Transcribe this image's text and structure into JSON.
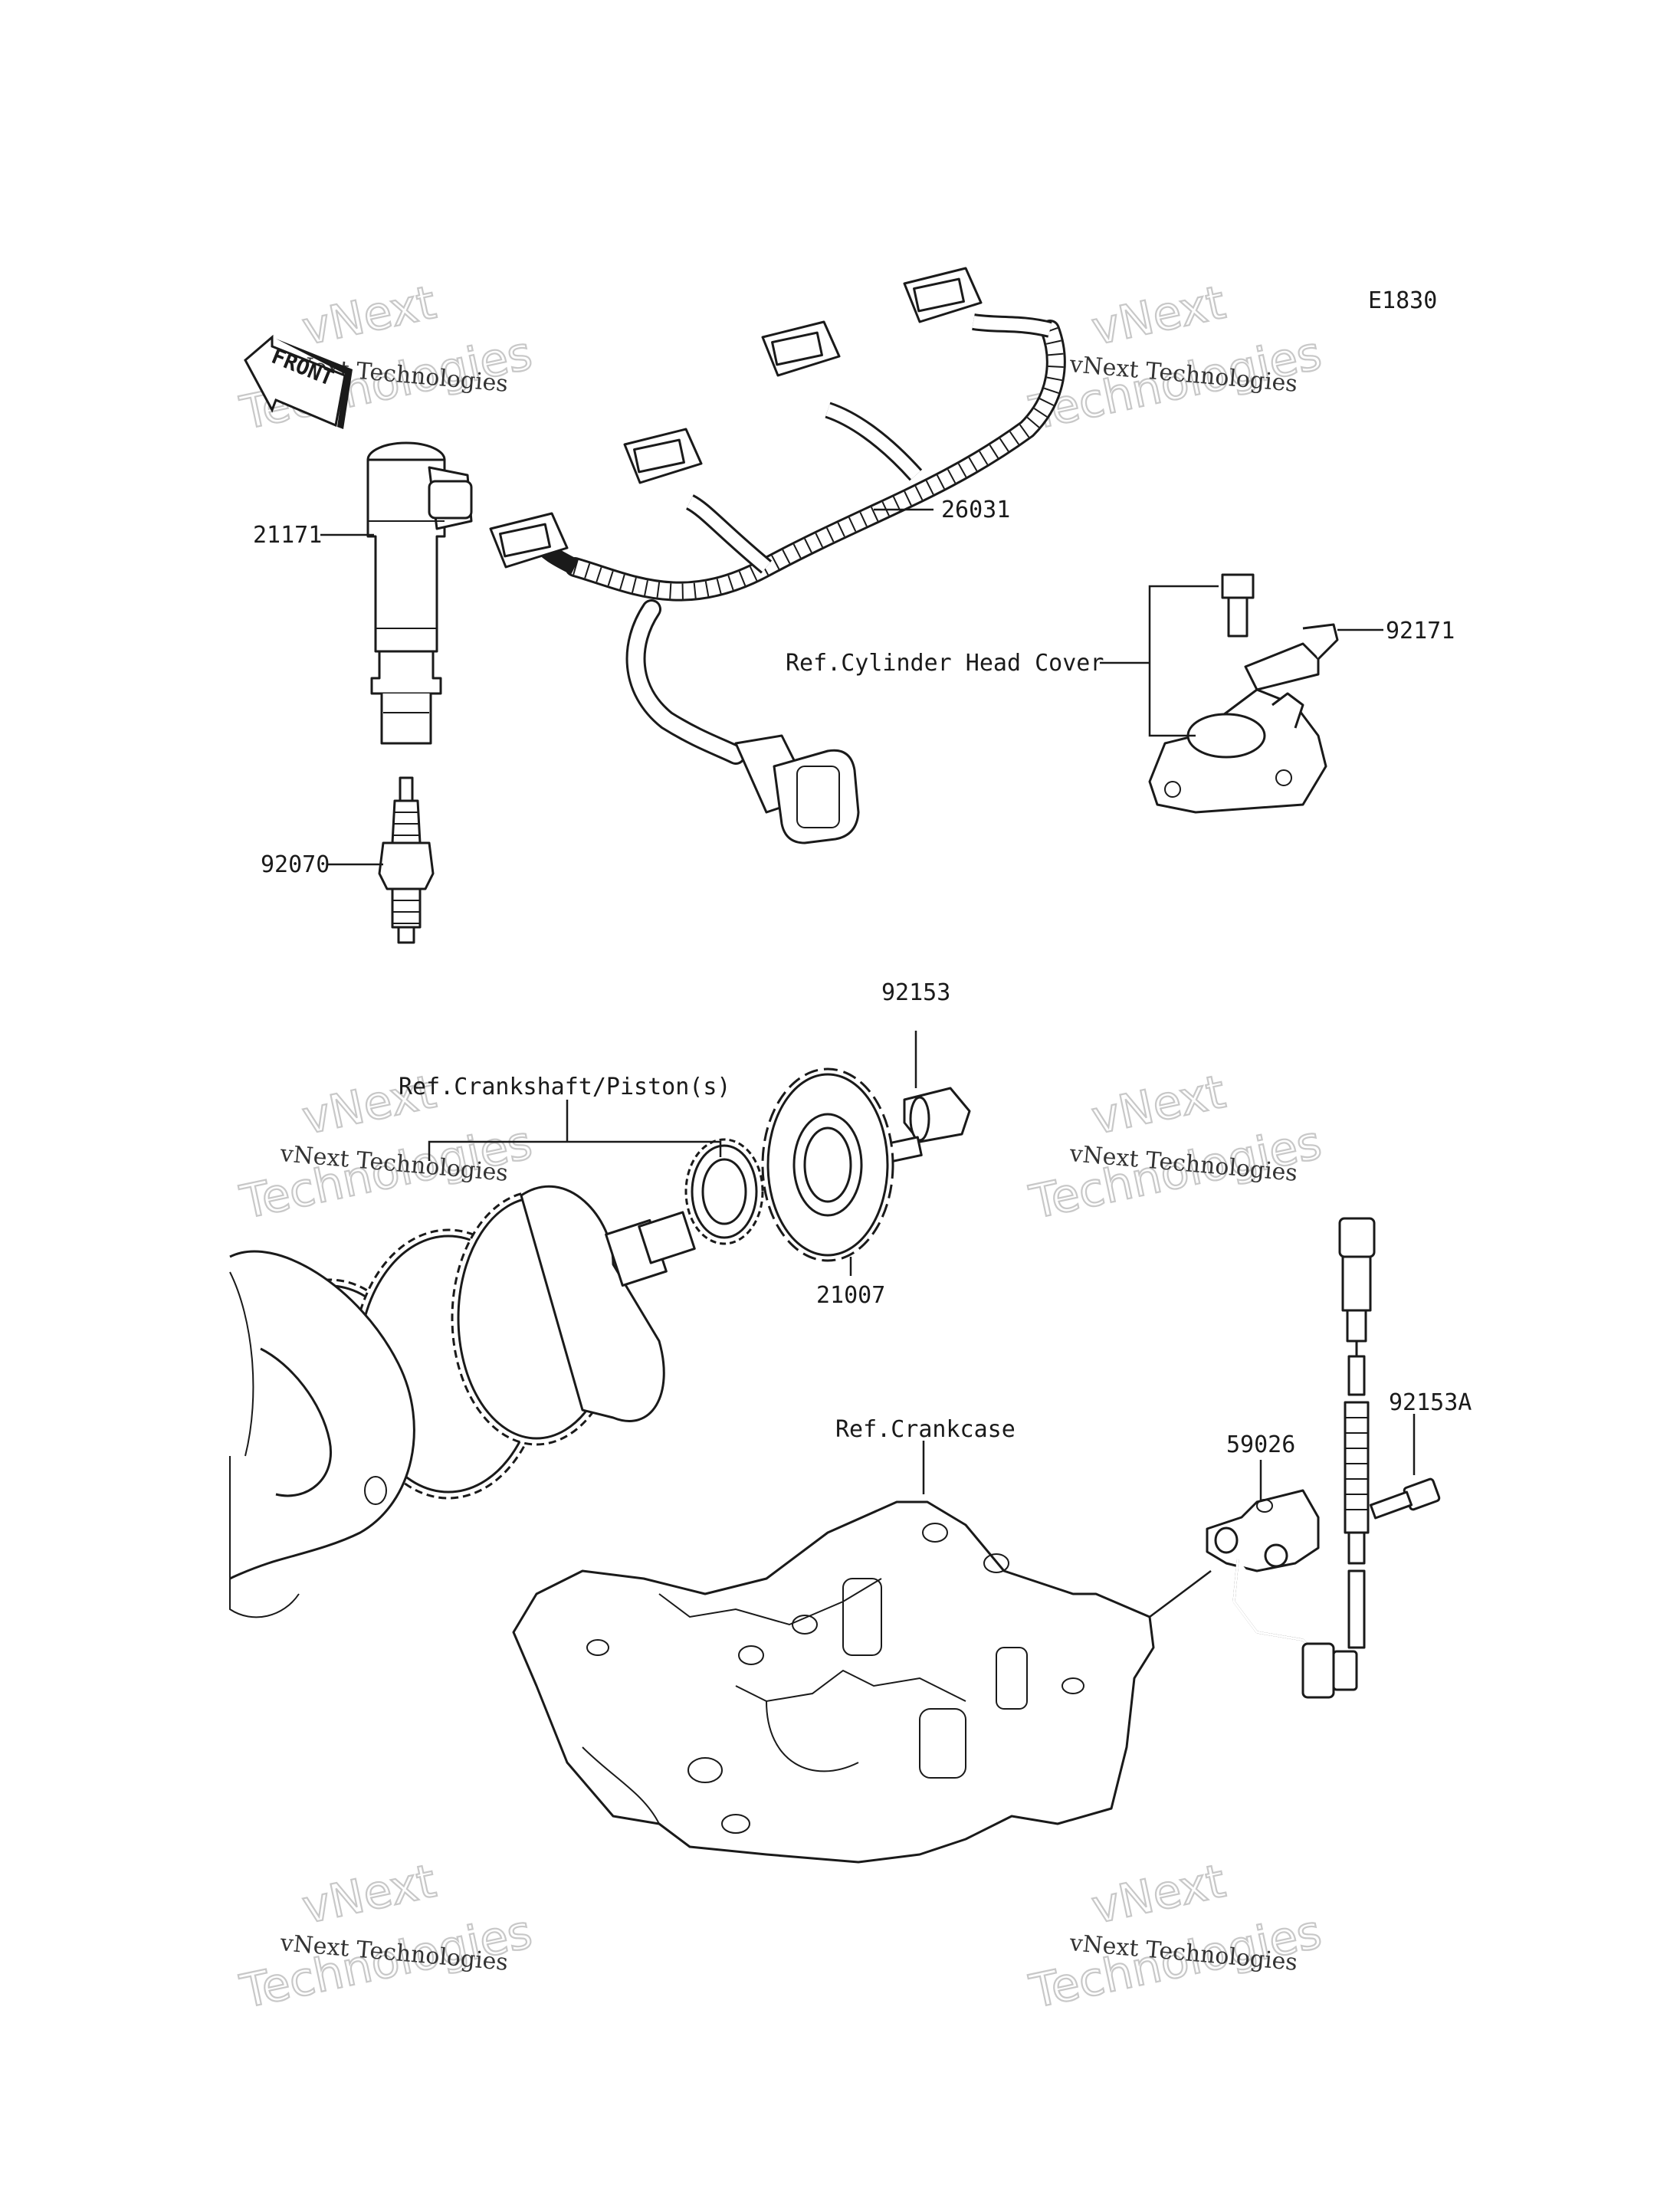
{
  "diagram_code": "E1830",
  "front_label": "FRONT",
  "parts": {
    "p21171": "21171",
    "p92070": "92070",
    "p26031": "26031",
    "p92171": "92171",
    "p92153": "92153",
    "p21007": "21007",
    "p59026": "59026",
    "p92153A": "92153A"
  },
  "refs": {
    "cylinder_head_cover": "Ref.Cylinder Head Cover",
    "crankshaft": "Ref.Crankshaft/Piston(s)",
    "crankcase": "Ref.Crankcase"
  },
  "watermark": {
    "line1": "vNext Technologies",
    "line2": "vNext",
    "line3": "Technologies"
  }
}
